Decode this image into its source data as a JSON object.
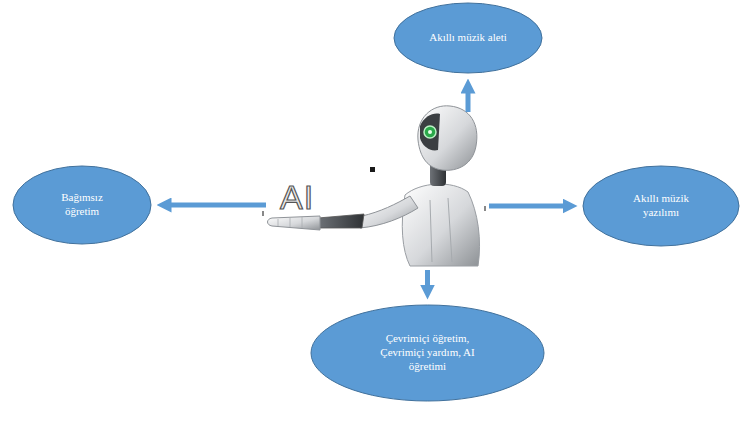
{
  "diagram": {
    "nodes": [
      {
        "text": [
          "Akıllı müzik aleti"
        ]
      },
      {
        "text": [
          "Bağımsız öğretim"
        ]
      },
      {
        "text": [
          "AI"
        ]
      },
      {
        "text": [
          "Akıllı müzik yazılımı"
        ]
      },
      {
        "text": [
          "Çevrimiçi öğretim, Çevrimiçi yardım, AI öğretimi"
        ]
      }
    ],
    "edges": [
      {
        "from": 2,
        "to": 0,
        "arrow": "to"
      },
      {
        "from": 2,
        "to": 1,
        "arrow": "to"
      },
      {
        "from": 2,
        "to": 3,
        "arrow": "to"
      },
      {
        "from": 2,
        "to": 4,
        "arrow": "to"
      }
    ]
  }
}
